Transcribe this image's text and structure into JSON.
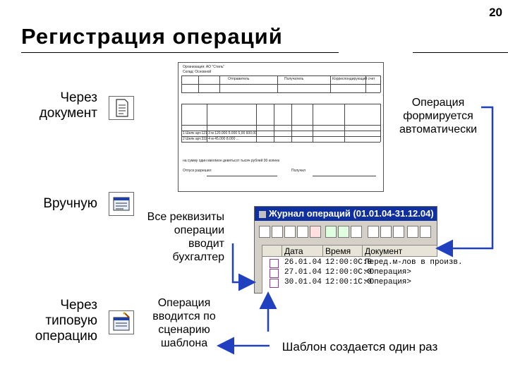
{
  "slide": {
    "page_number": "20",
    "title": "Регистрация операций"
  },
  "methods": [
    {
      "label_line1": "Через",
      "label_line2": "документ",
      "icon": "document-icon"
    },
    {
      "label_line1": "Вручную",
      "icon": "form-icon"
    },
    {
      "label_line1": "Через",
      "label_line2": "типовую",
      "label_line3": "операцию",
      "icon": "wizard-form-icon"
    }
  ],
  "notes": {
    "auto_line1": "Операция",
    "auto_line2": "формируется",
    "auto_line3": "автоматически",
    "manual_line1": "Все реквизиты",
    "manual_line2": "операции",
    "manual_line3": "вводит",
    "manual_line4": "бухгалтер",
    "template_line1": "Операция",
    "template_line2": "вводится по",
    "template_line3": "сценарию",
    "template_line4": "шаблона",
    "template_once": "Шаблон создается один раз"
  },
  "journal": {
    "title": "Журнал операций (01.01.04-31.12.04)",
    "columns": [
      "Дата",
      "Время",
      "Документ"
    ],
    "rows": [
      {
        "date": "26.01.04",
        "time": "12:00:0C:0",
        "doc": "Перед.м-лов в произв."
      },
      {
        "date": "27.01.04",
        "time": "12:00:0C:0",
        "doc": "<Операция>"
      },
      {
        "date": "30.01.04",
        "time": "12:00:1C:0",
        "doc": "<Операция>"
      }
    ]
  },
  "document_preview": {
    "org": "Организация: АО \"Стиль\"",
    "sender": "Склад: Основной",
    "col_sender": "Отправитель",
    "col_receiver": "Получатель",
    "col_account": "Корреспондирующий счет",
    "row1": "1  Шелк арт.121  3  м  120.000  5.000  5,00  600.00",
    "row2": "2  Шелк арт.332  4  м  45.000  8.000  ...",
    "sum_text": "на сумму один миллион девятьсот тысяч рублей 00 копеек",
    "sign_sender": "Отпуск разрешил",
    "sign_receiver": "Получил"
  },
  "colors": {
    "title_bar": "#1030a0",
    "arrow": "#2040c0",
    "window": "#d4d0c8"
  }
}
